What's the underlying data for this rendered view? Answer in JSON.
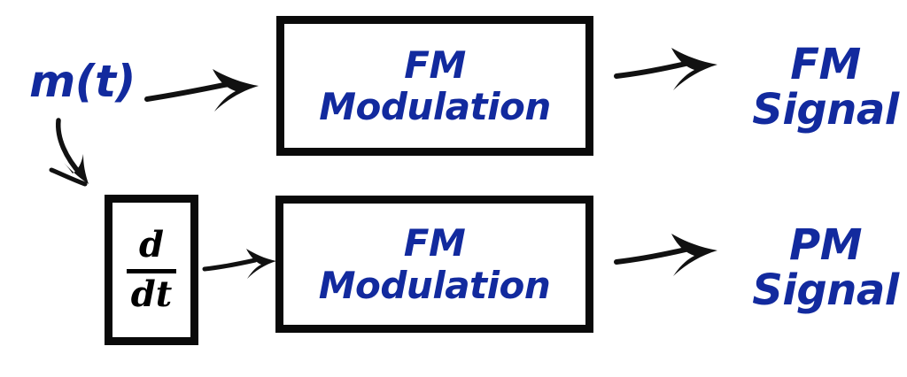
{
  "diagram": {
    "title": "FM and PM modulation block diagram",
    "background_color": "#ffffff",
    "accent_color": "#122a9e",
    "line_color": "#0a0a0a"
  },
  "nodes": {
    "input_signal": {
      "label": "m(t)"
    },
    "derivative_block": {
      "numerator": "d",
      "denominator": "dt"
    },
    "fm_block_top": {
      "label": "FM\nModulation"
    },
    "fm_block_bottom": {
      "label": "FM\nModulation"
    },
    "fm_output": {
      "label": "FM\nSignal"
    },
    "pm_output": {
      "label": "PM\nSignal"
    }
  },
  "arrows": [
    {
      "name": "input-to-fm-top",
      "from": "m(t)",
      "to": "FM Modulation (top)",
      "style": "straight"
    },
    {
      "name": "input-to-derivative",
      "from": "m(t)",
      "to": "d/dt",
      "style": "curved-down"
    },
    {
      "name": "derivative-to-fm-bottom",
      "from": "d/dt",
      "to": "FM Modulation (bottom)",
      "style": "straight"
    },
    {
      "name": "fm-top-to-fm-signal",
      "from": "FM Modulation (top)",
      "to": "FM Signal",
      "style": "straight"
    },
    {
      "name": "fm-bottom-to-pm-signal",
      "from": "FM Modulation (bottom)",
      "to": "PM Signal",
      "style": "straight"
    }
  ]
}
